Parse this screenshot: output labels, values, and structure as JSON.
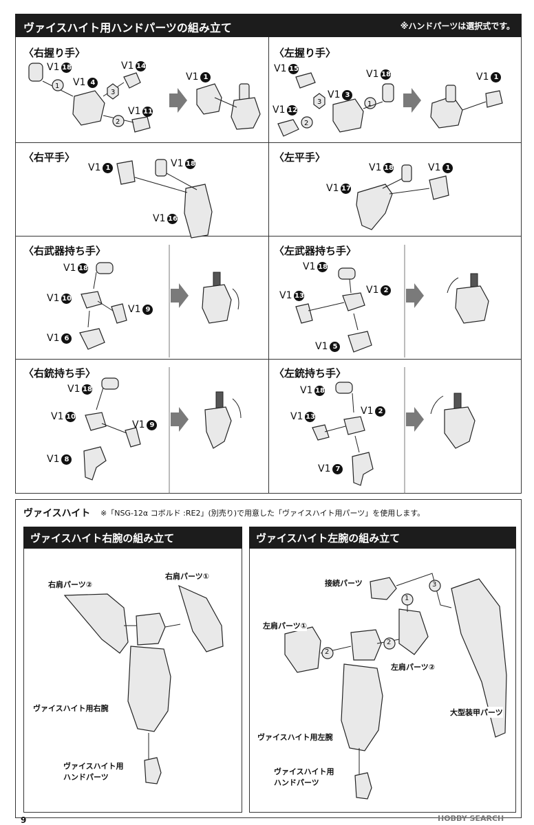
{
  "hand_section": {
    "title": "ヴァイスハイト用ハンドパーツの組み立て",
    "note": "※ハンドパーツは選択式です。",
    "panels": {
      "right_grip": {
        "title": "〈右握り手〉",
        "labels": [
          {
            "runner": "V1",
            "num": "18"
          },
          {
            "runner": "V1",
            "num": "14"
          },
          {
            "runner": "V1",
            "num": "4"
          },
          {
            "runner": "V1",
            "num": "11"
          },
          {
            "runner": "V1",
            "num": "1"
          }
        ],
        "steps": [
          "1",
          "2",
          "3"
        ]
      },
      "left_grip": {
        "title": "〈左握り手〉",
        "labels": [
          {
            "runner": "V1",
            "num": "15"
          },
          {
            "runner": "V1",
            "num": "18"
          },
          {
            "runner": "V1",
            "num": "3"
          },
          {
            "runner": "V1",
            "num": "12"
          },
          {
            "runner": "V1",
            "num": "1"
          }
        ],
        "steps": [
          "1",
          "2",
          "3"
        ]
      },
      "right_flat": {
        "title": "〈右平手〉",
        "labels": [
          {
            "runner": "V1",
            "num": "1"
          },
          {
            "runner": "V1",
            "num": "18"
          },
          {
            "runner": "V1",
            "num": "16"
          }
        ]
      },
      "left_flat": {
        "title": "〈左平手〉",
        "labels": [
          {
            "runner": "V1",
            "num": "18"
          },
          {
            "runner": "V1",
            "num": "1"
          },
          {
            "runner": "V1",
            "num": "17"
          }
        ]
      },
      "right_weapon": {
        "title": "〈右武器持ち手〉",
        "labels": [
          {
            "runner": "V1",
            "num": "18"
          },
          {
            "runner": "V1",
            "num": "10"
          },
          {
            "runner": "V1",
            "num": "9"
          },
          {
            "runner": "V1",
            "num": "6"
          }
        ]
      },
      "left_weapon": {
        "title": "〈左武器持ち手〉",
        "labels": [
          {
            "runner": "V1",
            "num": "18"
          },
          {
            "runner": "V1",
            "num": "13"
          },
          {
            "runner": "V1",
            "num": "2"
          },
          {
            "runner": "V1",
            "num": "5"
          }
        ]
      },
      "right_gun": {
        "title": "〈右銃持ち手〉",
        "labels": [
          {
            "runner": "V1",
            "num": "18"
          },
          {
            "runner": "V1",
            "num": "10"
          },
          {
            "runner": "V1",
            "num": "9"
          },
          {
            "runner": "V1",
            "num": "8"
          }
        ]
      },
      "left_gun": {
        "title": "〈左銃持ち手〉",
        "labels": [
          {
            "runner": "V1",
            "num": "18"
          },
          {
            "runner": "V1",
            "num": "13"
          },
          {
            "runner": "V1",
            "num": "2"
          },
          {
            "runner": "V1",
            "num": "7"
          }
        ]
      }
    }
  },
  "arm_section": {
    "title": "ヴァイスハイト",
    "note": "※「NSG-12α コボルド :RE2」(別売り)で用意した「ヴァイスハイト用パーツ」を使用します。",
    "right_arm": {
      "title": "ヴァイスハイト右腕の組み立て",
      "callouts": {
        "shoulder2": "右肩パーツ②",
        "shoulder1": "右肩パーツ①",
        "forearm": "ヴァイスハイト用右腕",
        "hand": "ヴァイスハイト用\nハンドパーツ"
      }
    },
    "left_arm": {
      "title": "ヴァイスハイト左腕の組み立て",
      "callouts": {
        "joint": "接続パーツ",
        "shoulder1": "左肩パーツ①",
        "shoulder2": "左肩パーツ②",
        "armor": "大型装甲パーツ",
        "forearm": "ヴァイスハイト用左腕",
        "hand": "ヴァイスハイト用\nハンドパーツ"
      },
      "steps": [
        "1",
        "2",
        "2",
        "3"
      ]
    }
  },
  "footer": {
    "page_number": "9",
    "watermark": "HOBBY SEARCH"
  }
}
